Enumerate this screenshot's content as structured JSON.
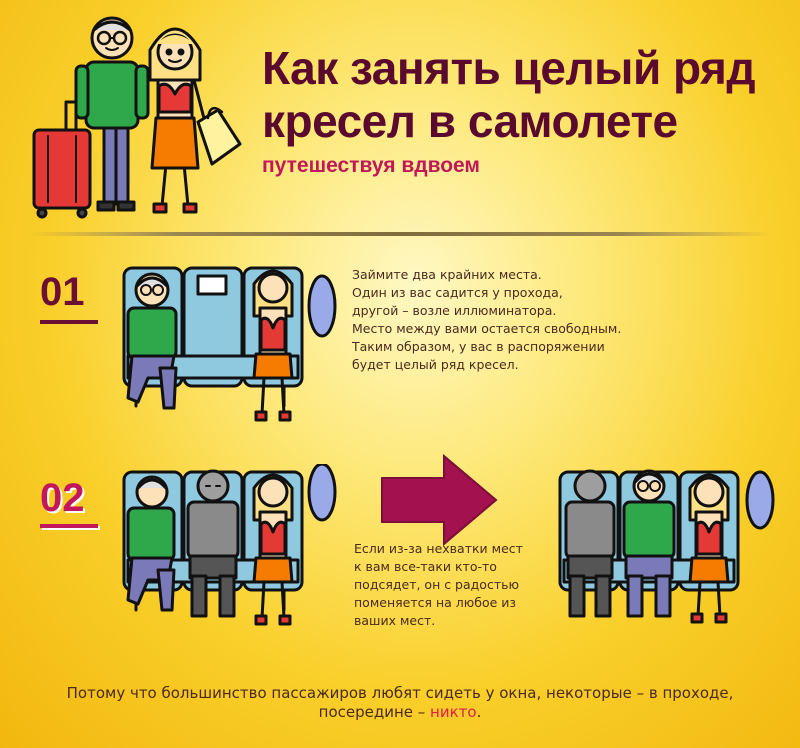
{
  "header": {
    "title_line1": "Как занять целый ряд",
    "title_line2": "кресел в самолете",
    "subtitle": "путешествуя вдвоем"
  },
  "steps": [
    {
      "number": "01",
      "text": "Займите два крайних места.\nОдин из вас садится у прохода,\nдругой – возле иллюминатора.\nМесто между вами остается свободным.\nТаким образом, у вас в распоряжении\nбудет целый ряд кресел."
    },
    {
      "number": "02",
      "text": "Если из-за нехватки мест\nк вам все-таки кто-то\nподсядет, он с радостью\nпоменяется на любое из\nваших мест."
    }
  ],
  "footer": {
    "text_line1": "Потому что большинство пассажиров любят сидеть у окна, некоторые – в проходе,",
    "text_line2_prefix": "посередине – ",
    "highlight": "никто",
    "text_line2_suffix": "."
  },
  "colors": {
    "title": "#5a0a2e",
    "accent": "#c2185b",
    "highlight": "#e01e4a",
    "seat": "#8fc9e0",
    "man_shirt": "#2ea84a",
    "stranger_shirt": "#8a8a8a",
    "woman_top": "#e53935",
    "woman_skirt": "#f57c00",
    "suitcase": "#e53935",
    "arrow": "#a3124e"
  }
}
